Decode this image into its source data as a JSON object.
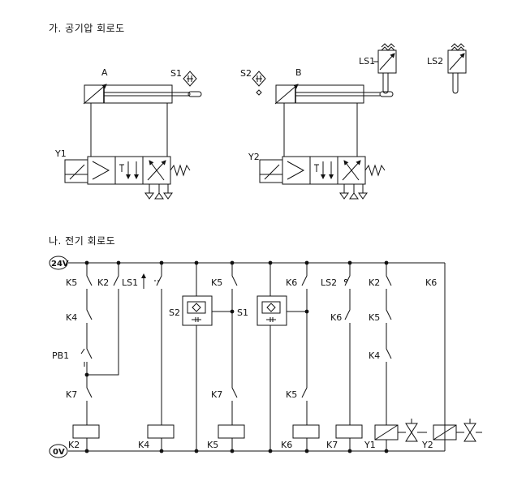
{
  "headings": {
    "pneumatic": "가. 공기압 회로도",
    "electric": "나. 전기 회로도"
  },
  "pneumatic": {
    "cylinder_a": "A",
    "cylinder_b": "B",
    "sensor_s1": "S1",
    "sensor_s2": "S2",
    "solenoid_y1": "Y1",
    "solenoid_y2": "Y2",
    "limit_ls1": "LS1",
    "limit_ls2": "LS2"
  },
  "electric": {
    "rail_top": "24V",
    "rail_bottom": "0V",
    "contacts": {
      "c1_k5": "K5",
      "c1_k4": "K4",
      "c1_pb1": "PB1",
      "c1_k7": "K7",
      "c2_k2": "K2",
      "c3_ls1": "LS1",
      "c4_s2": "S2",
      "c5_k5": "K5",
      "c5_s1": "S1",
      "c5_k7": "K7",
      "c7_k6": "K6",
      "c7_k5": "K5",
      "c8_ls2": "LS2",
      "c8_k6": "K6",
      "c9_k2": "K2",
      "c9_k5": "K5",
      "c9_k4": "K4",
      "c10_k6": "K6"
    },
    "coils": {
      "k2": "K2",
      "k4": "K4",
      "k5": "K5",
      "k6": "K6",
      "k7": "K7",
      "y1": "Y1",
      "y2": "Y2"
    }
  }
}
